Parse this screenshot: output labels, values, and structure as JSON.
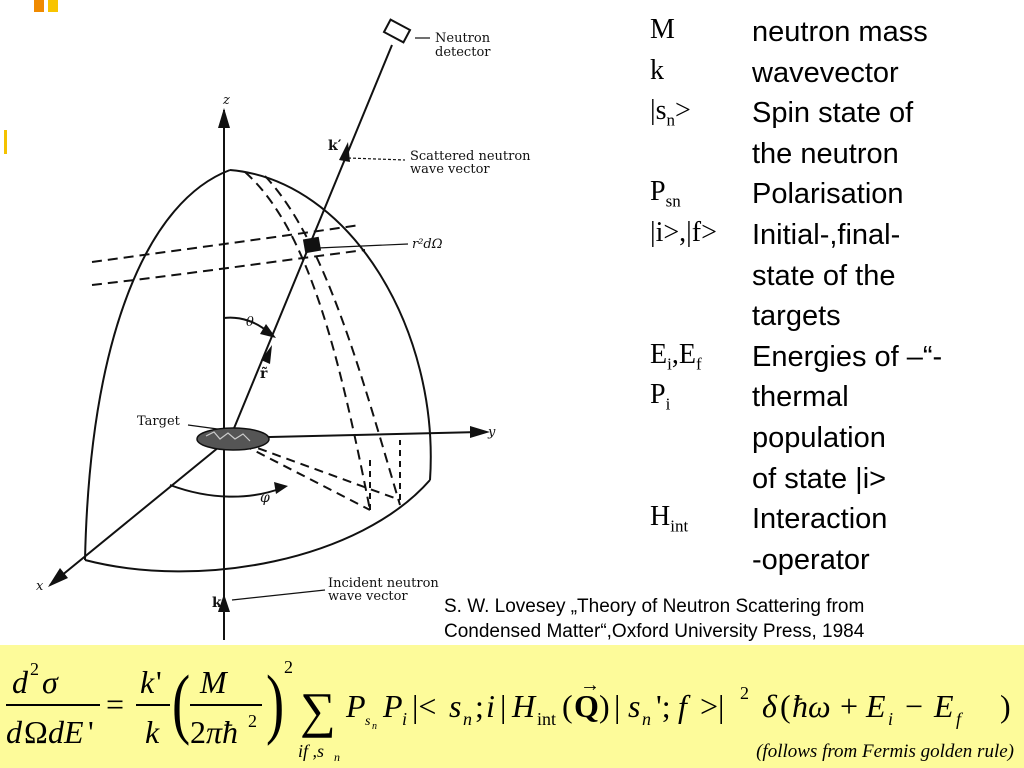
{
  "legend": [
    {
      "symbol": "M",
      "sub": "",
      "desc": "neutron mass"
    },
    {
      "symbol": "k",
      "sub": "",
      "desc": "wavevector"
    },
    {
      "symbol": "|s",
      "sub": "n",
      "symbol_after": ">",
      "desc": "Spin state of"
    },
    {
      "symbol": "",
      "sub": "",
      "desc": "the neutron"
    },
    {
      "symbol": "P",
      "sub": "sn",
      "desc": "Polarisation"
    },
    {
      "symbol": "|i>,|f>",
      "sub": "",
      "desc": "Initial-,final-"
    },
    {
      "symbol": "",
      "sub": "",
      "desc": "state of the"
    },
    {
      "symbol": "",
      "sub": "",
      "desc": "targets"
    },
    {
      "symbol": "E",
      "sub": "i",
      "symbol_mid": ",E",
      "sub2": "f",
      "desc": "Energies of –“-"
    },
    {
      "symbol": "P",
      "sub": "i",
      "desc": "thermal"
    },
    {
      "symbol": "",
      "sub": "",
      "desc": "population"
    },
    {
      "symbol": "",
      "sub": "",
      "desc": "of state |i>"
    },
    {
      "symbol": "H",
      "sub": "int",
      "desc": "Interaction"
    },
    {
      "symbol": "",
      "sub": "",
      "desc": "-operator"
    }
  ],
  "diagram": {
    "labels": {
      "neutron_detector_1": "Neutron",
      "neutron_detector_2": "detector",
      "scattered_1": "Scattered neutron",
      "scattered_2": "wave vector",
      "k_prime": "k′",
      "r2domega": "r²dΩ",
      "theta": "θ",
      "r_vec": "r̃",
      "target": "Target",
      "phi": "φ",
      "incident_1": "Incident neutron",
      "incident_2": "wave vector",
      "k": "k",
      "axis_x": "x",
      "axis_y": "y",
      "axis_z": "z"
    }
  },
  "citation": {
    "line1": "S. W. Lovesey „Theory of Neutron Scattering from",
    "line2": "Condensed Matter“,Oxford University Press, 1984"
  },
  "formula": {
    "note": "(follows from Fermis golden rule)"
  }
}
